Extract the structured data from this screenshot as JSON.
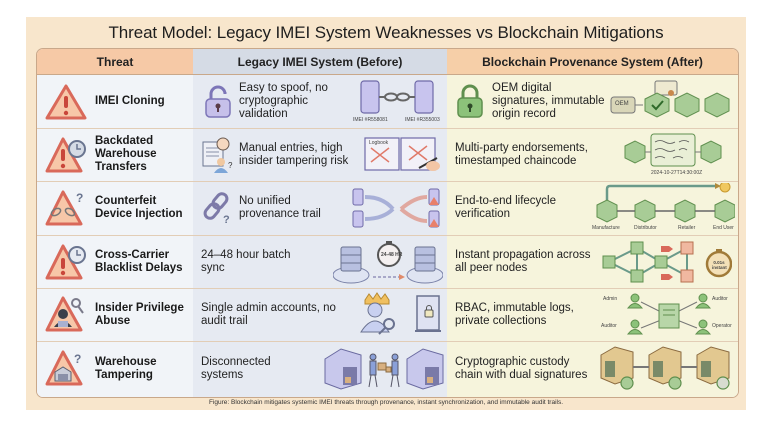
{
  "title": "Threat Model: Legacy IMEI System Weaknesses vs Blockchain Mitigations",
  "columns": {
    "threat": "Threat",
    "legacy": "Legacy IMEI System (Before)",
    "blockchain": "Blockchain Provenance System (After)"
  },
  "rows": [
    {
      "threat": "IMEI Cloning",
      "legacy": "Easy to spoof, no cryptographic validation",
      "legacy_labels": [
        "IMEI #R558081",
        "IMEI #R355003"
      ],
      "blockchain": "OEM digital signatures, immutable origin record",
      "blockchain_labels": [
        "OEM"
      ]
    },
    {
      "threat": "Backdated Warehouse Transfers",
      "legacy": "Manual entries, high insider tampering risk",
      "legacy_labels": [
        "Logbook"
      ],
      "blockchain": "Multi-party endorsements, timestamped chaincode",
      "blockchain_labels": [
        "2024-10-27T14:30:00Z"
      ]
    },
    {
      "threat": "Counterfeit Device Injection",
      "legacy": "No unified provenance trail",
      "legacy_labels": [],
      "blockchain": "End-to-end lifecycle verification",
      "blockchain_labels": [
        "Manufacture",
        "Distributor",
        "Retailer",
        "End User"
      ]
    },
    {
      "threat": "Cross-Carrier Blacklist Delays",
      "legacy": "24–48 hour batch sync",
      "legacy_labels": [
        "24-48 HR"
      ],
      "blockchain": "Instant propagation across all peer nodes",
      "blockchain_labels": [
        "0.01s instant"
      ]
    },
    {
      "threat": "Insider Privilege Abuse",
      "legacy": "Single admin accounts, no audit trail",
      "legacy_labels": [],
      "blockchain": "RBAC, immutable logs, private collections",
      "blockchain_labels": [
        "Admin",
        "Auditor",
        "Auditor",
        "Operator"
      ]
    },
    {
      "threat": "Warehouse Tampering",
      "legacy": "Disconnected systems",
      "legacy_labels": [],
      "blockchain": "Cryptographic custody chain with dual signatures",
      "blockchain_labels": []
    }
  ],
  "caption": "Figure: Blockchain mitigates systemic IMEI threats through provenance, instant synchronization, and immutable audit trails.",
  "colors": {
    "panel": "#f8e6cc",
    "threat_header": "#f6c9a6",
    "legacy_header": "#d5dbe5",
    "blockchain_header": "#f6cfa8",
    "warning_red": "#d9695a",
    "block_green": "#9fc48e",
    "legacy_purple": "#b8b4e0"
  }
}
